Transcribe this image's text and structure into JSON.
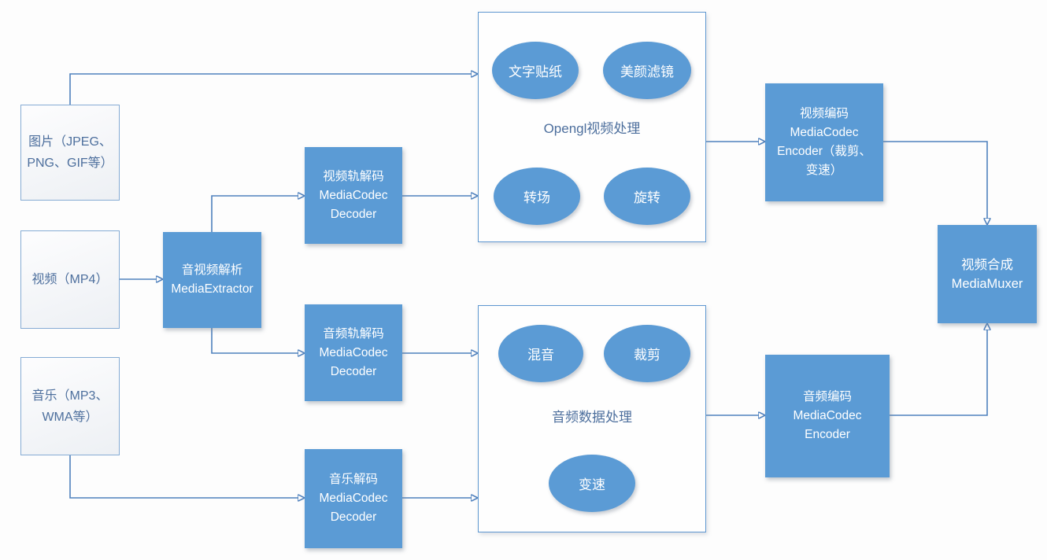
{
  "colors": {
    "node_fill": "#5b9bd5",
    "node_text": "#ffffff",
    "connector": "#4f81bd",
    "label_text": "#4d6f9d",
    "white_box_border": "#85abd4",
    "container_border": "#5e97d0",
    "background": "#fdfdfd"
  },
  "diagram": {
    "sources": [
      {
        "label": "图片（JPEG、\nPNG、GIF等）"
      },
      {
        "label": "视频（MP4）"
      },
      {
        "label": "音乐（MP3、\nWMA等）"
      }
    ],
    "extractor": {
      "label": "音视频解析\nMediaExtractor"
    },
    "decoders": [
      {
        "label": "视频轨解码\nMediaCodec\nDecoder"
      },
      {
        "label": "音频轨解码\nMediaCodec\nDecoder"
      },
      {
        "label": "音乐解码\nMediaCodec\nDecoder"
      }
    ],
    "video_processing": {
      "label": "Opengl视频处理",
      "ellipses": [
        "文字贴纸",
        "美颜滤镜",
        "转场",
        "旋转"
      ]
    },
    "audio_processing": {
      "label": "音频数据处理",
      "ellipses": [
        "混音",
        "裁剪",
        "变速"
      ]
    },
    "encoders": [
      {
        "label": "视频编码\nMediaCodec\nEncoder（裁剪、\n变速）"
      },
      {
        "label": "音频编码\nMediaCodec\nEncoder"
      }
    ],
    "muxer": {
      "label": "视频合成\nMediaMuxer"
    }
  }
}
